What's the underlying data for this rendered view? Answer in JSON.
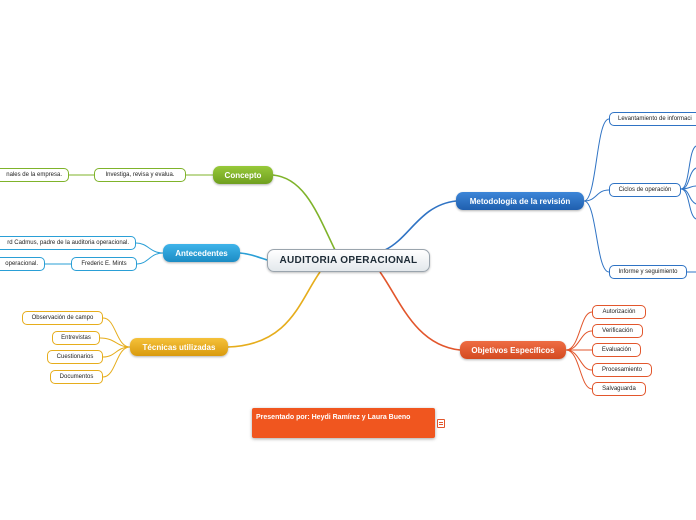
{
  "central": {
    "label": "AUDITORIA OPERACIONAL"
  },
  "concepto": {
    "label": "Concepto",
    "items": [
      "Investiga, revisa y evalua.",
      "nales de la empresa."
    ]
  },
  "antecedentes": {
    "label": "Antecedentes",
    "items": [
      "rd Cadmus, padre de la auditoria operacional.",
      "Frederic E. Mints",
      "operacional."
    ]
  },
  "tecnicas": {
    "label": "Técnicas utilizadas",
    "items": [
      "Observación de campo",
      "Entrevistas",
      "Cuestionarios",
      "Documentos"
    ]
  },
  "metodologia": {
    "label": "Metodología de la revisión",
    "items": [
      "Levantamiento de informaci",
      "Ciclos de operación",
      "Informe y seguimiento"
    ]
  },
  "objetivos": {
    "label": "Objetivos Específicos",
    "items": [
      "Autorización",
      "Verificación",
      "Evaluación",
      "Procesamiento",
      "Salvaguarda"
    ]
  },
  "note": {
    "label": "Presentado por: Heydi Ramírez y Laura Bueno"
  },
  "colors": {
    "concepto": "#7fb32a",
    "antecedentes": "#2a9fd6",
    "tecnicas": "#e6ad1c",
    "metodologia": "#2f73c4",
    "objetivos": "#e2562c",
    "note": "#f0561f"
  }
}
